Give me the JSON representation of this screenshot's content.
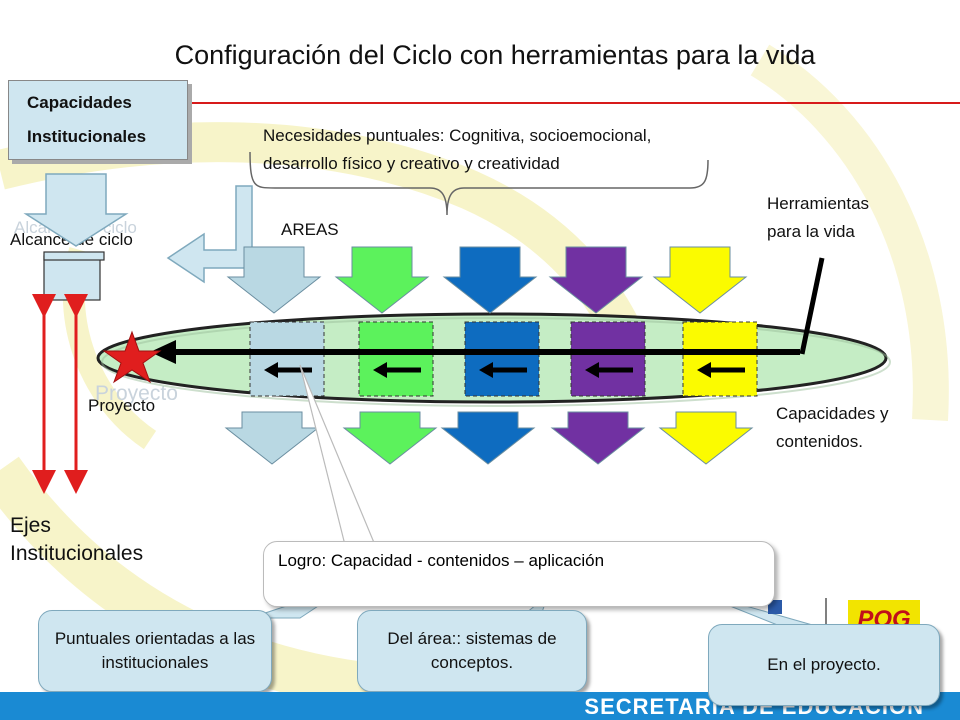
{
  "title": "Configuración del Ciclo con herramientas para la vida",
  "capacidades_box": {
    "line1": "Capacidades",
    "line2": "Institucionales"
  },
  "necesidades": {
    "line1": "Necesidades puntuales:  Cognitiva, socioemocional,",
    "line2": "desarrollo físico y creativo y creatividad"
  },
  "alcance_ghost": "Alcance de ciclo",
  "alcance_label": "Alcance de ciclo",
  "areas_label": "AREAS",
  "herramientas": {
    "line1": "Herramientas",
    "line2": "para la vida"
  },
  "proyecto_ghost": "Proyecto",
  "proyecto_label": "Proyecto",
  "capacidades_contenidos": {
    "line1": "Capacidades y",
    "line2": "contenidos."
  },
  "ejes": {
    "line1": "Ejes",
    "line2": "Institucionales"
  },
  "logro": "Logro: Capacidad - contenidos – aplicación",
  "callouts": {
    "puntuales": "Puntuales orientadas a las institucionales",
    "del_area": "Del área:: sistemas de conceptos.",
    "proyecto": "En el proyecto."
  },
  "footer": {
    "secretaria": "SECRETARÍA DE EDUCACIÓN",
    "logo_text": "POG"
  },
  "colors": {
    "light_blue": "#b9d8e3",
    "green": "#5cf25c",
    "blue": "#0e6cc0",
    "purple": "#7131a2",
    "yellow": "#fbfb00",
    "ellipse_fill": "#c5edc5",
    "red": "#e01e1e",
    "footer_blue": "#1a8ad3"
  },
  "area_colors": [
    "#b9d8e3",
    "#5cf25c",
    "#0e6cc0",
    "#7131a2",
    "#fbfb00"
  ]
}
